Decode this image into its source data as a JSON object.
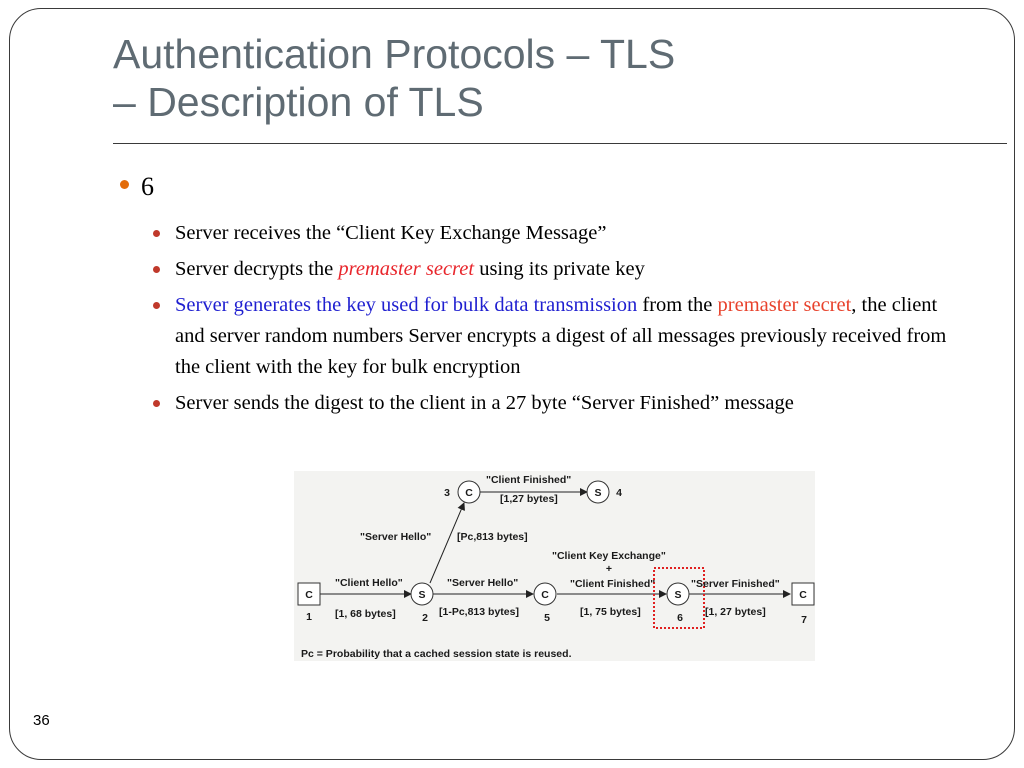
{
  "slide": {
    "title_line1": "Authentication Protocols – TLS",
    "title_line2": "– Description of TLS",
    "main_bullet": "6",
    "page_number": "36"
  },
  "bullets": {
    "b1": "Server receives the “Client Key Exchange Message”",
    "b2_pre": "Server decrypts the ",
    "b2_em": "premaster secret",
    "b2_post": " using its private key",
    "b3_blue": "Server generates the key used for bulk data transmission",
    "b3_mid": " from the ",
    "b3_red": "premaster secret",
    "b3_post": ", the client and server random numbers Server encrypts a digest of all messages previously received from the client with the key for bulk encryption",
    "b4": "Server sends the digest to the client in a 27 byte “Server Finished” message"
  },
  "diagram": {
    "nodes": [
      {
        "label": "C",
        "num": "1"
      },
      {
        "label": "S",
        "num": "2"
      },
      {
        "label": "C",
        "num": "3"
      },
      {
        "label": "S",
        "num": "4"
      },
      {
        "label": "C",
        "num": "5"
      },
      {
        "label": "S",
        "num": "6"
      },
      {
        "label": "C",
        "num": "7"
      }
    ],
    "edges": {
      "client_hello": "\"Client Hello\"",
      "client_hello_bytes": "[1, 68 bytes]",
      "server_hello_up": "\"Server Hello\"",
      "server_hello_up_bytes": "[Pc,813 bytes]",
      "server_hello": "\"Server Hello\"",
      "server_hello_bytes": "[1-Pc,813 bytes]",
      "client_finished_top": "\"Client Finished\"",
      "client_finished_top_bytes": "[1,27 bytes]",
      "cke_line1": "\"Client Key Exchange\"",
      "cke_plus": "+",
      "cke_line2": "\"Client Finished\"",
      "cke_bytes": "[1, 75 bytes]",
      "server_finished": "\"Server Finished\"",
      "server_finished_bytes": "[1, 27 bytes]"
    },
    "footnote": "Pc = Probability that a cached session state is reused.",
    "highlight_color": "#e02020"
  }
}
